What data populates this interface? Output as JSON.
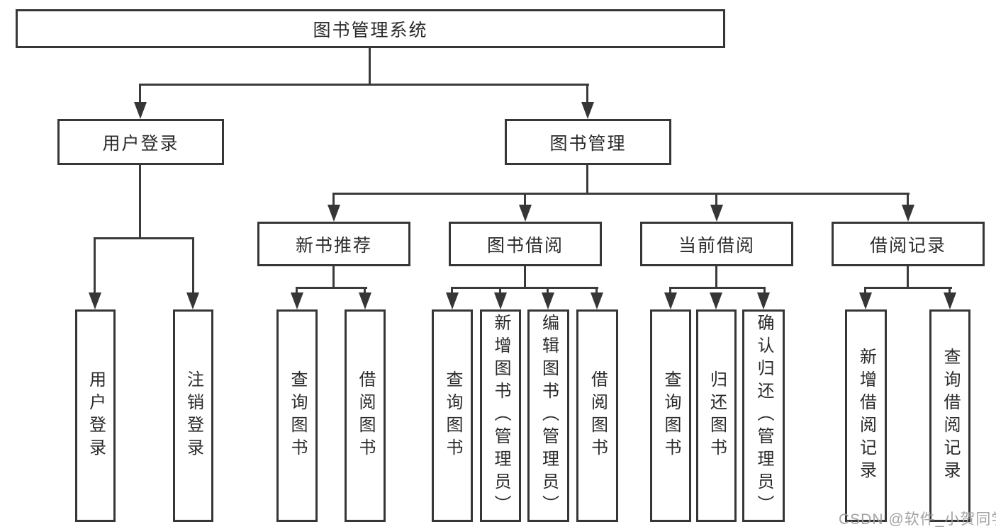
{
  "diagram": {
    "root": {
      "label": "图书管理系统",
      "children": [
        {
          "label": "用户登录",
          "children": [
            {
              "label": "用户登录"
            },
            {
              "label": "注销登录"
            }
          ]
        },
        {
          "label": "图书管理",
          "children": [
            {
              "label": "新书推荐",
              "children": [
                {
                  "label": "查询图书"
                },
                {
                  "label": "借阅图书"
                }
              ]
            },
            {
              "label": "图书借阅",
              "children": [
                {
                  "label": "查询图书"
                },
                {
                  "label": "新增图书（管理员）"
                },
                {
                  "label": "编辑图书（管理员）"
                },
                {
                  "label": "借阅图书"
                }
              ]
            },
            {
              "label": "当前借阅",
              "children": [
                {
                  "label": "查询图书"
                },
                {
                  "label": "归还图书"
                },
                {
                  "label": "确认归还（管理员）"
                }
              ]
            },
            {
              "label": "借阅记录",
              "children": [
                {
                  "label": "新增借阅记录"
                },
                {
                  "label": "查询借阅记录"
                }
              ]
            }
          ]
        }
      ]
    }
  },
  "watermark": {
    "text": "CSDN @软件_小贺同学"
  },
  "colors": {
    "background": "#ffffff",
    "box_border": "#363636",
    "line": "#3a3a3a",
    "text": "#2b2b2b",
    "watermark_text": "#9e9e9e"
  }
}
